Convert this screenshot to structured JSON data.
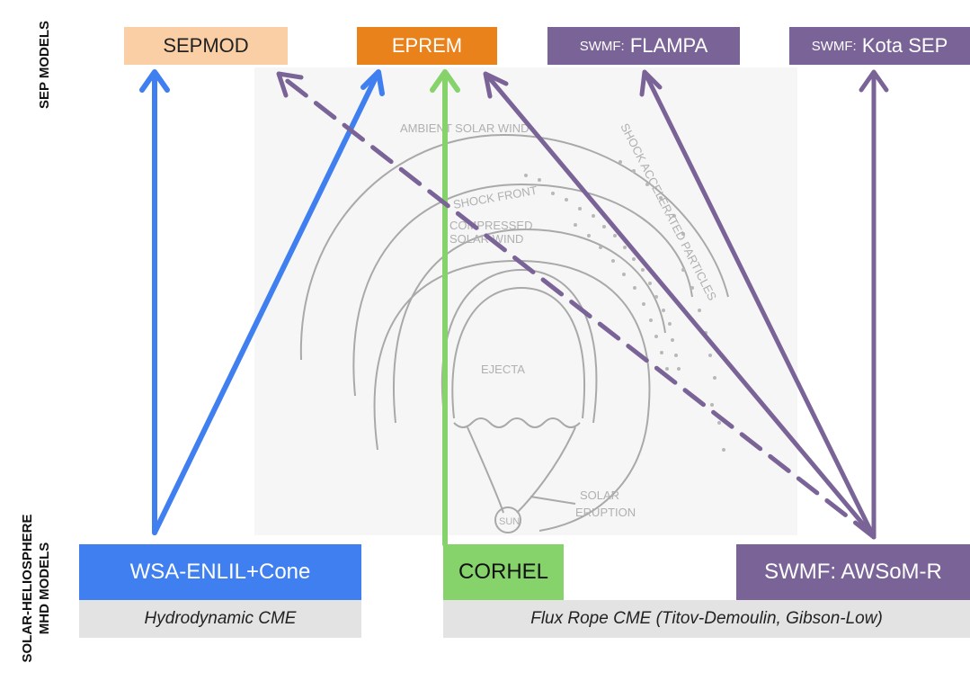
{
  "row_labels": {
    "sep": "SEP MODELS",
    "mhd_line1": "SOLAR-HELIOSPHERE",
    "mhd_line2": "MHD MODELS"
  },
  "sep_models": {
    "sepmod": "SEPMOD",
    "eprem": "EPREM",
    "flampa_prefix": "SWMF:",
    "flampa_name": "FLAMPA",
    "kota_prefix": "SWMF:",
    "kota_name": "Kota SEP"
  },
  "mhd_models": {
    "wsa": "WSA-ENLIL+Cone",
    "corhel": "CORHEL",
    "swmf": "SWMF: AWSoM-R"
  },
  "cme_types": {
    "hydro": "Hydrodynamic CME",
    "flux_rope": "Flux Rope CME (Titov-Demoulin, Gibson-Low)"
  },
  "sketch_labels": {
    "ambient": "AMBIENT SOLAR WIND",
    "shock_front": "SHOCK FRONT",
    "compressed1": "COMPRESSED",
    "compressed2": "SOLAR WIND",
    "accel": "SHOCK ACCELERATED PARTICLES",
    "ejecta": "EJECTA",
    "sun": "SUN",
    "eruption1": "SOLAR",
    "eruption2": "ERUPTION"
  },
  "colors": {
    "sepmod": "#fbcfa6",
    "eprem": "#e9821b",
    "swmf_purple": "#7a6397",
    "wsa_blue": "#3f7ff0",
    "corhel_green": "#86d36c",
    "cme_gray": "#e3e3e3",
    "sketch_gray": "#a9a9a9"
  }
}
